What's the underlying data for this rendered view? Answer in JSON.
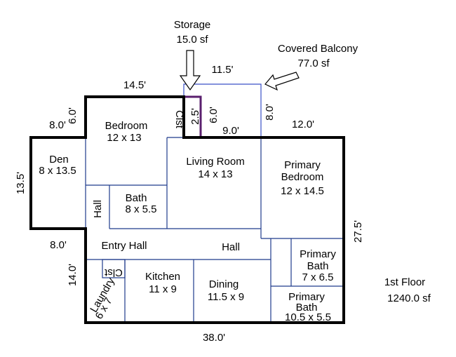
{
  "rooms": {
    "bedroom": {
      "name": "Bedroom",
      "dims": "12 x 13"
    },
    "den": {
      "name": "Den",
      "dims": "8 x 13.5"
    },
    "living": {
      "name": "Living Room",
      "dims": "14 x 13"
    },
    "primary_bedroom": {
      "name1": "Primary",
      "name2": "Bedroom",
      "dims": "12 x 14.5"
    },
    "bath": {
      "name": "Bath",
      "dims": "8 x 5.5"
    },
    "hall_left": {
      "name": "Hall"
    },
    "entry_hall": {
      "name": "Entry Hall"
    },
    "hall_center": {
      "name": "Hall"
    },
    "primary_bath_upper": {
      "name1": "Primary",
      "name2": "Bath",
      "dims": "7 x 6.5"
    },
    "primary_bath_lower": {
      "name1": "Primary",
      "name2": "Bath",
      "dims": "10.5 x 5.5"
    },
    "kitchen": {
      "name": "Kitchen",
      "dims": "11 x 9"
    },
    "dining": {
      "name": "Dining",
      "dims": "11.5 x 9"
    },
    "laundry": {
      "name": "Laundry",
      "dims": "6 x 7"
    },
    "closet_top": {
      "name": "Clst"
    },
    "closet_kitchen": {
      "name": "Clst"
    }
  },
  "callouts": {
    "storage": {
      "name": "Storage",
      "area": "15.0 sf"
    },
    "balcony": {
      "name": "Covered Balcony",
      "area": "77.0 sf"
    }
  },
  "dimensions": {
    "top_left": "14.5'",
    "balcony_width": "11.5'",
    "left_notch_w": "8.0'",
    "left_notch_h": "6.0'",
    "storage_w": "2.5'",
    "storage_h": "6.0'",
    "balcony_depth": "9.0'",
    "balcony_side": "8.0'",
    "right_top": "12.0'",
    "den_h": "13.5'",
    "right_side": "27.5'",
    "entry_w": "8.0'",
    "lower_left": "14.0'",
    "bottom": "38.0'"
  },
  "floor": {
    "name": "1st Floor",
    "area": "1240.0 sf"
  },
  "colors": {
    "walls": "#000000",
    "rooms": "#1f3b8c",
    "balcony": "#3a50c8",
    "storage": "#5a1f6e"
  }
}
